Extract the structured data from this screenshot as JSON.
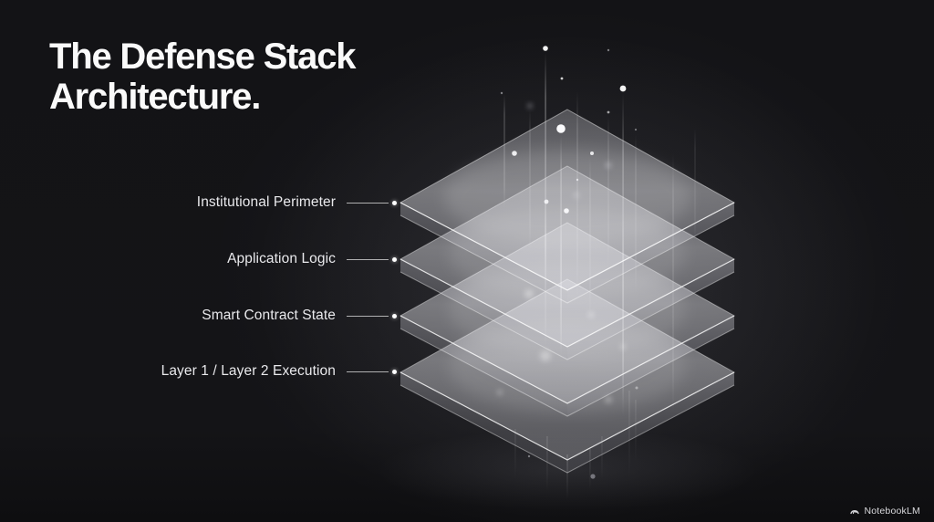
{
  "slide": {
    "title_line1": "The Defense Stack",
    "title_line2": "Architecture."
  },
  "stack": {
    "description": "Isometric stack of four translucent glass layers with rising light streaks and particles",
    "layers": [
      {
        "label": "Institutional Perimeter"
      },
      {
        "label": "Application Logic"
      },
      {
        "label": "Smart Contract State"
      },
      {
        "label": "Layer 1 / Layer 2 Execution"
      }
    ]
  },
  "watermark": {
    "brand": "NotebookLM"
  },
  "theme": {
    "bg_color": "#131316",
    "title_color": "#fafafa",
    "label_color": "#e9e9ec",
    "connector_color": "rgba(255,255,255,0.65)",
    "glass_edge_color": "#e6e6ea"
  }
}
